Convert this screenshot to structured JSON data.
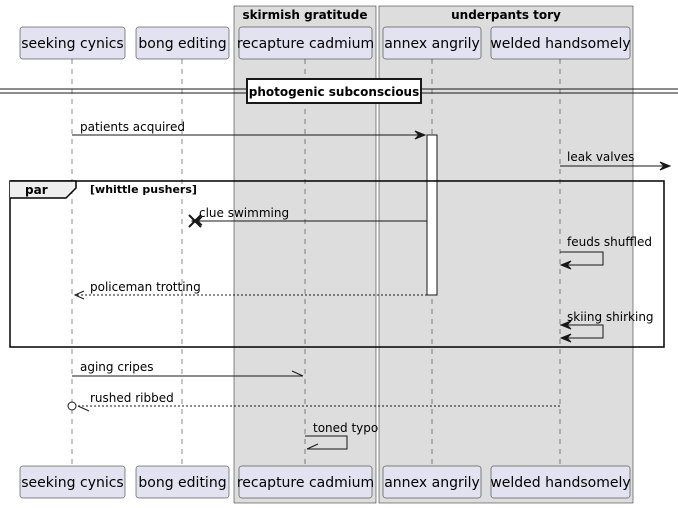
{
  "participants": [
    {
      "id": "p1",
      "label": "seeking cynics"
    },
    {
      "id": "p2",
      "label": "bong editing"
    },
    {
      "id": "p3",
      "label": "recapture cadmium"
    },
    {
      "id": "p4",
      "label": "annex angrily"
    },
    {
      "id": "p5",
      "label": "welded handsomely"
    }
  ],
  "boxes": [
    {
      "label": "skirmish gratitude"
    },
    {
      "label": "underpants tory"
    }
  ],
  "divider": {
    "label": "photogenic subconscious"
  },
  "fragment": {
    "kind": "par",
    "condition": "[whittle pushers]"
  },
  "messages": [
    {
      "id": "m1",
      "label": "patients acquired"
    },
    {
      "id": "m2",
      "label": "leak valves"
    },
    {
      "id": "m3",
      "label": "clue swimming"
    },
    {
      "id": "m4",
      "label": "feuds shuffled"
    },
    {
      "id": "m5",
      "label": "policeman trotting"
    },
    {
      "id": "m6",
      "label": "skiing shirking"
    },
    {
      "id": "m7",
      "label": "aging cripes"
    },
    {
      "id": "m8",
      "label": "rushed ribbed"
    },
    {
      "id": "m9",
      "label": "toned typo"
    }
  ],
  "colors": {
    "participant_fill": "#e2e2f0",
    "participant_border": "#181818",
    "box_fill": "#dddddd",
    "line": "#181818"
  }
}
